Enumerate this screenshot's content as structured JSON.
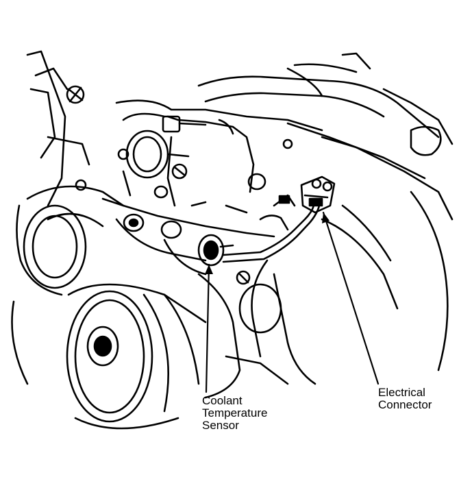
{
  "colors": {
    "ink": "#000000",
    "paper": "#ffffff"
  },
  "callouts": {
    "coolant_sensor": {
      "line1": "Coolant",
      "line2": "Temperature",
      "line3": "Sensor"
    },
    "electrical_connector": {
      "line1": "Electrical",
      "line2": "Connector"
    }
  }
}
